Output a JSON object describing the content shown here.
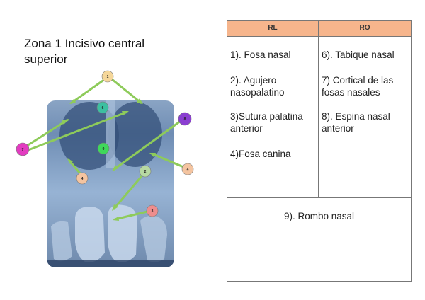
{
  "title": "Zona 1 Incisivo central superior",
  "table": {
    "headers": {
      "rl": "RL",
      "ro": "RO"
    },
    "rl_items": [
      "1). Fosa nasal",
      "2). Agujero nasopalatino",
      "3)Sutura palatina anterior",
      "4)Fosa canina"
    ],
    "ro_items": [
      "6). Tabique nasal",
      "7) Cortical de las fosas nasales",
      "8). Espina nasal anterior"
    ],
    "bottom": "9). Rombo nasal",
    "header_color": "#f6b58c"
  },
  "markers": [
    {
      "label": "1",
      "color": "#f5d79a"
    },
    {
      "label": "6",
      "color": "#3dbfa0"
    },
    {
      "label": "8",
      "color": "#8b3fd1"
    },
    {
      "label": "7",
      "color": "#e23cc0"
    },
    {
      "label": "9",
      "color": "#3fd85a"
    },
    {
      "label": "4",
      "color": "#f4c4a0"
    },
    {
      "label": "2",
      "color": "#b7d9a2"
    },
    {
      "label": "4",
      "color": "#f4c4a0"
    },
    {
      "label": "3",
      "color": "#ee8d8d"
    }
  ]
}
